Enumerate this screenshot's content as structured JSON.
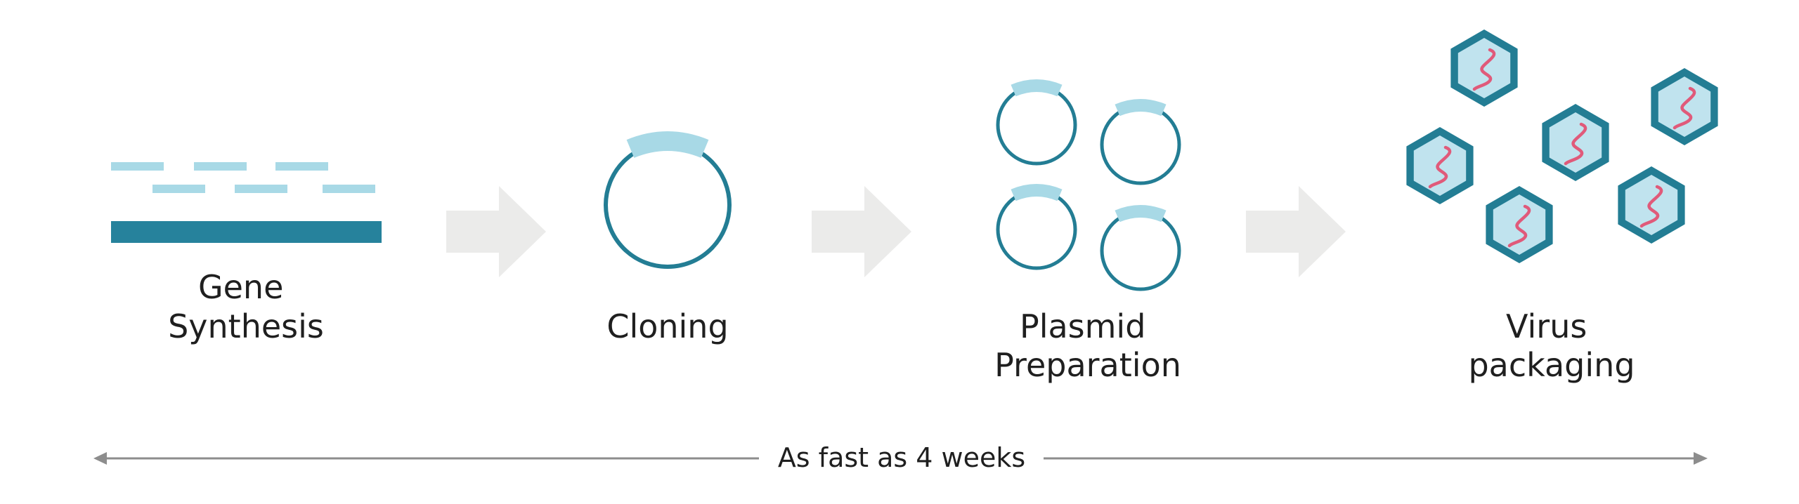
{
  "colors": {
    "dna_dark": "#26829c",
    "dna_light": "#a8d9e6",
    "plasmid_stroke": "#237d94",
    "capsid_fill": "#c0e3ee",
    "capsid_stroke": "#237d94",
    "rna": "#e05a7a",
    "arrow_fill": "#ebebea",
    "timeline": "#8d8d8d",
    "text": "#1f1f1f"
  },
  "icons": {
    "gene_synthesis": "dna-fragments-icon",
    "cloning": "plasmid-icon",
    "plasmid_preparation": "plasmid-copies-icon",
    "virus_packaging": "virus-particle-icon",
    "flow": "right-arrow-icon"
  },
  "steps": [
    {
      "label_lines": [
        "Gene",
        "Synthesis"
      ]
    },
    {
      "label_lines": [
        "Cloning"
      ]
    },
    {
      "label_lines": [
        "Plasmid",
        "Preparation"
      ]
    },
    {
      "label_lines": [
        "Virus",
        "packaging"
      ]
    }
  ],
  "timeline": {
    "label": "As fast as 4 weeks"
  }
}
